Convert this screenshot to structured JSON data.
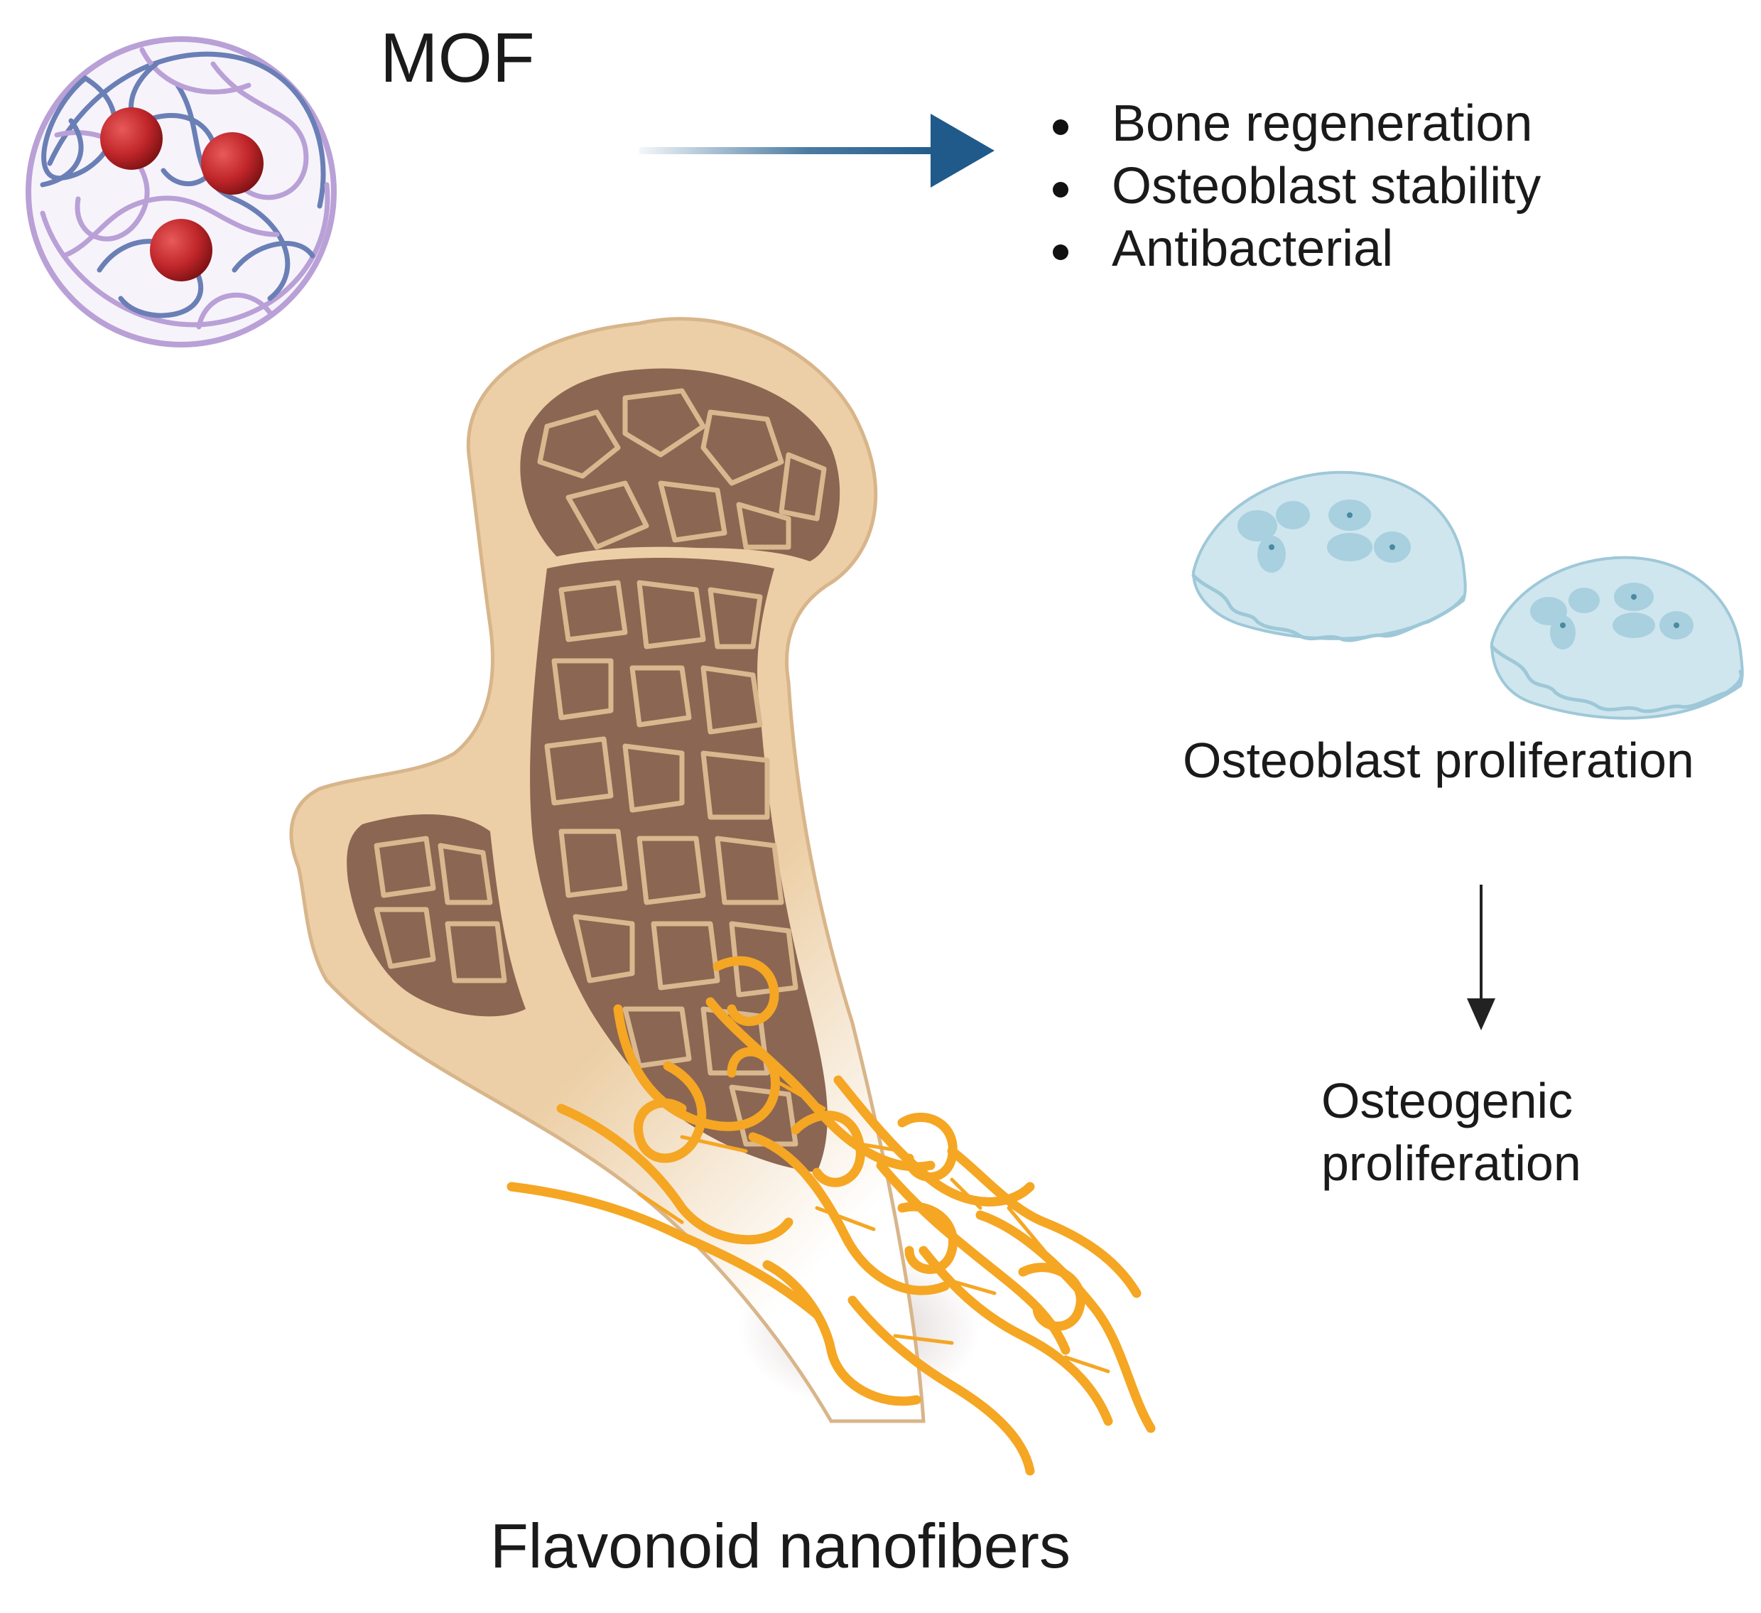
{
  "mof": {
    "label": "MOF",
    "icon": "mof-sphere-icon",
    "strand_colors": [
      "#6a7fb5",
      "#b9a0d6"
    ],
    "particle_color": "#c0262a"
  },
  "benefits": {
    "items": [
      "Bone regeneration",
      "Osteoblast stability",
      "Antibacterial"
    ],
    "arrow_color": "#1f5a8a"
  },
  "bone": {
    "icon": "femur-bone-icon",
    "outer_color": "#eccfa6",
    "trabecular_color": "#8b6652"
  },
  "nanofibers": {
    "label": "Flavonoid nanofibers",
    "color": "#f5a623"
  },
  "osteoblast": {
    "label": "Osteoblast proliferation",
    "icon": "osteoblast-cell-icon",
    "cell_color": "#cfe6ee"
  },
  "osteogenic": {
    "line1": "Osteogenic",
    "line2": "proliferation"
  }
}
